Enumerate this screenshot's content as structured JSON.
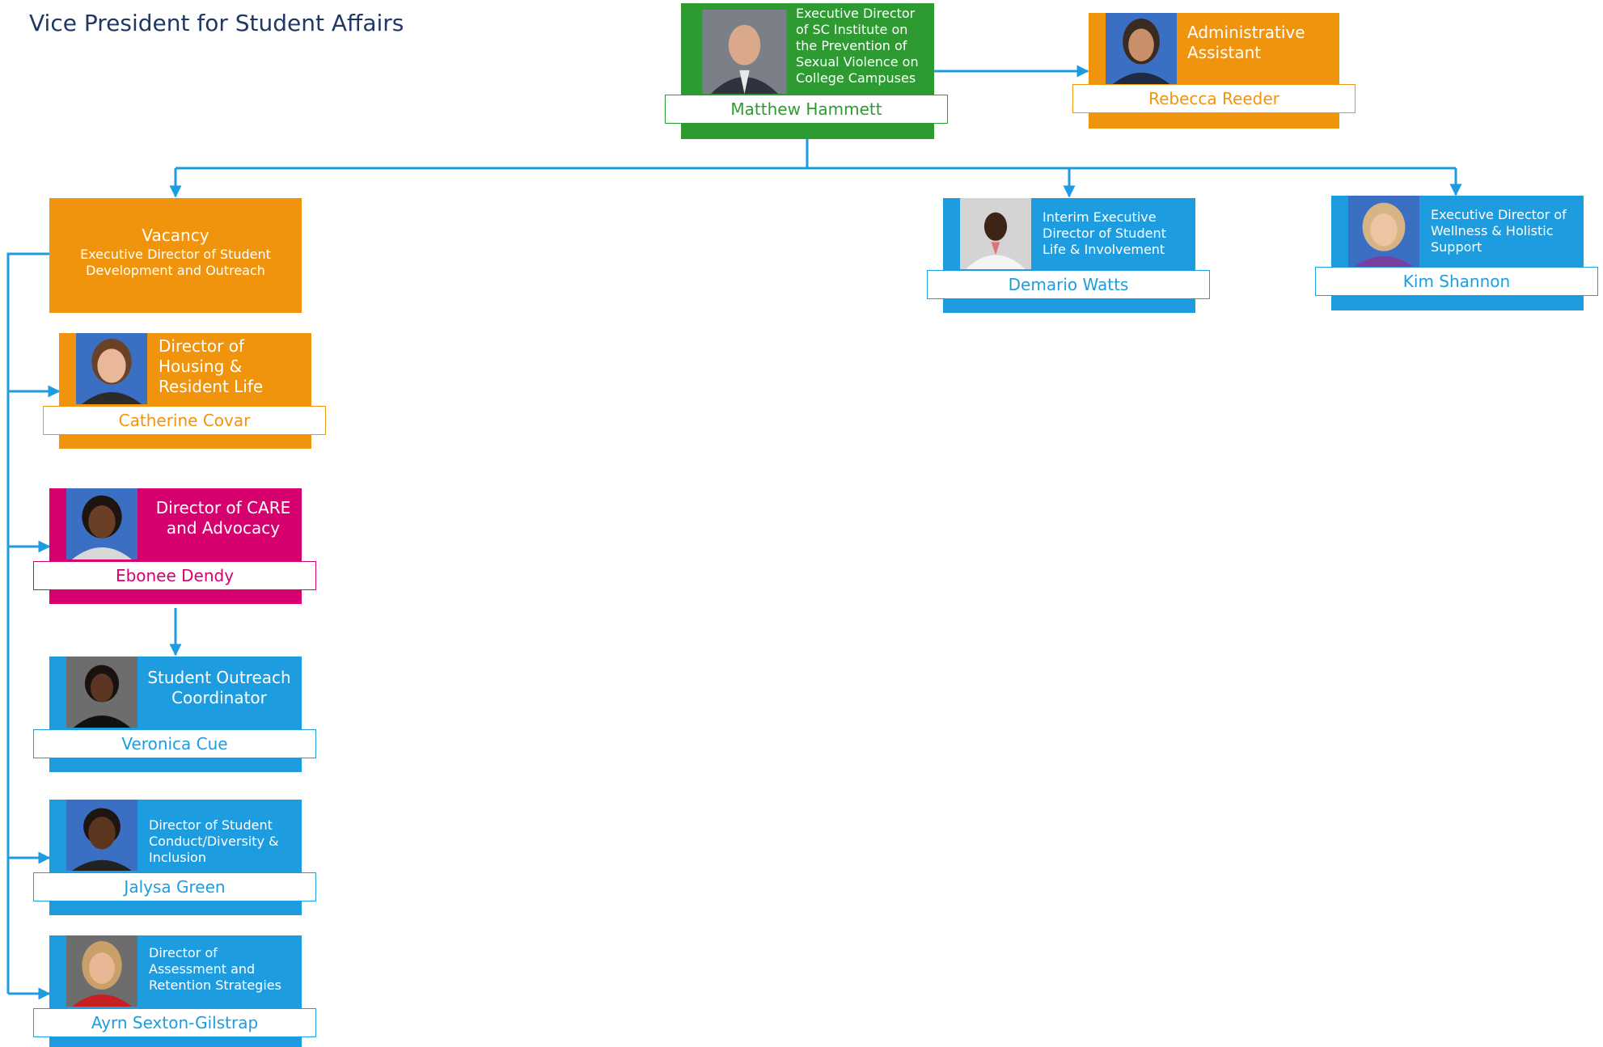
{
  "page": {
    "title": "Vice President for Student Affairs"
  },
  "colors": {
    "green": "#2e9b32",
    "orange": "#f0940e",
    "blue": "#1d9de0",
    "magenta": "#d6006f",
    "title": "#1f3864"
  },
  "nodes": {
    "hammett": {
      "role": "Executive Director of SC Institute on the Prevention of Sexual Violence on College Campuses",
      "name": "Matthew Hammett"
    },
    "reeder": {
      "role": "Administrative Assistant",
      "name": "Rebecca Reeder"
    },
    "vacancy": {
      "title": "Vacancy",
      "role": "Executive Director of Student Development and Outreach"
    },
    "covar": {
      "role": "Director of Housing & Resident Life",
      "name": "Catherine Covar"
    },
    "dendy": {
      "role": "Director of CARE and Advocacy",
      "name": "Ebonee Dendy"
    },
    "cue": {
      "role": "Student Outreach Coordinator",
      "name": "Veronica Cue"
    },
    "green": {
      "role": "Director of Student Conduct/Diversity & Inclusion",
      "name": "Jalysa Green"
    },
    "sexton": {
      "role": "Director of Assessment and Retention Strategies",
      "name": "Ayrn Sexton-Gilstrap"
    },
    "watts": {
      "role": "Interim Executive Director of Student Life & Involvement",
      "name": "Demario Watts"
    },
    "shannon": {
      "role": "Executive Director of Wellness & Holistic Support",
      "name": "Kim  Shannon"
    }
  }
}
